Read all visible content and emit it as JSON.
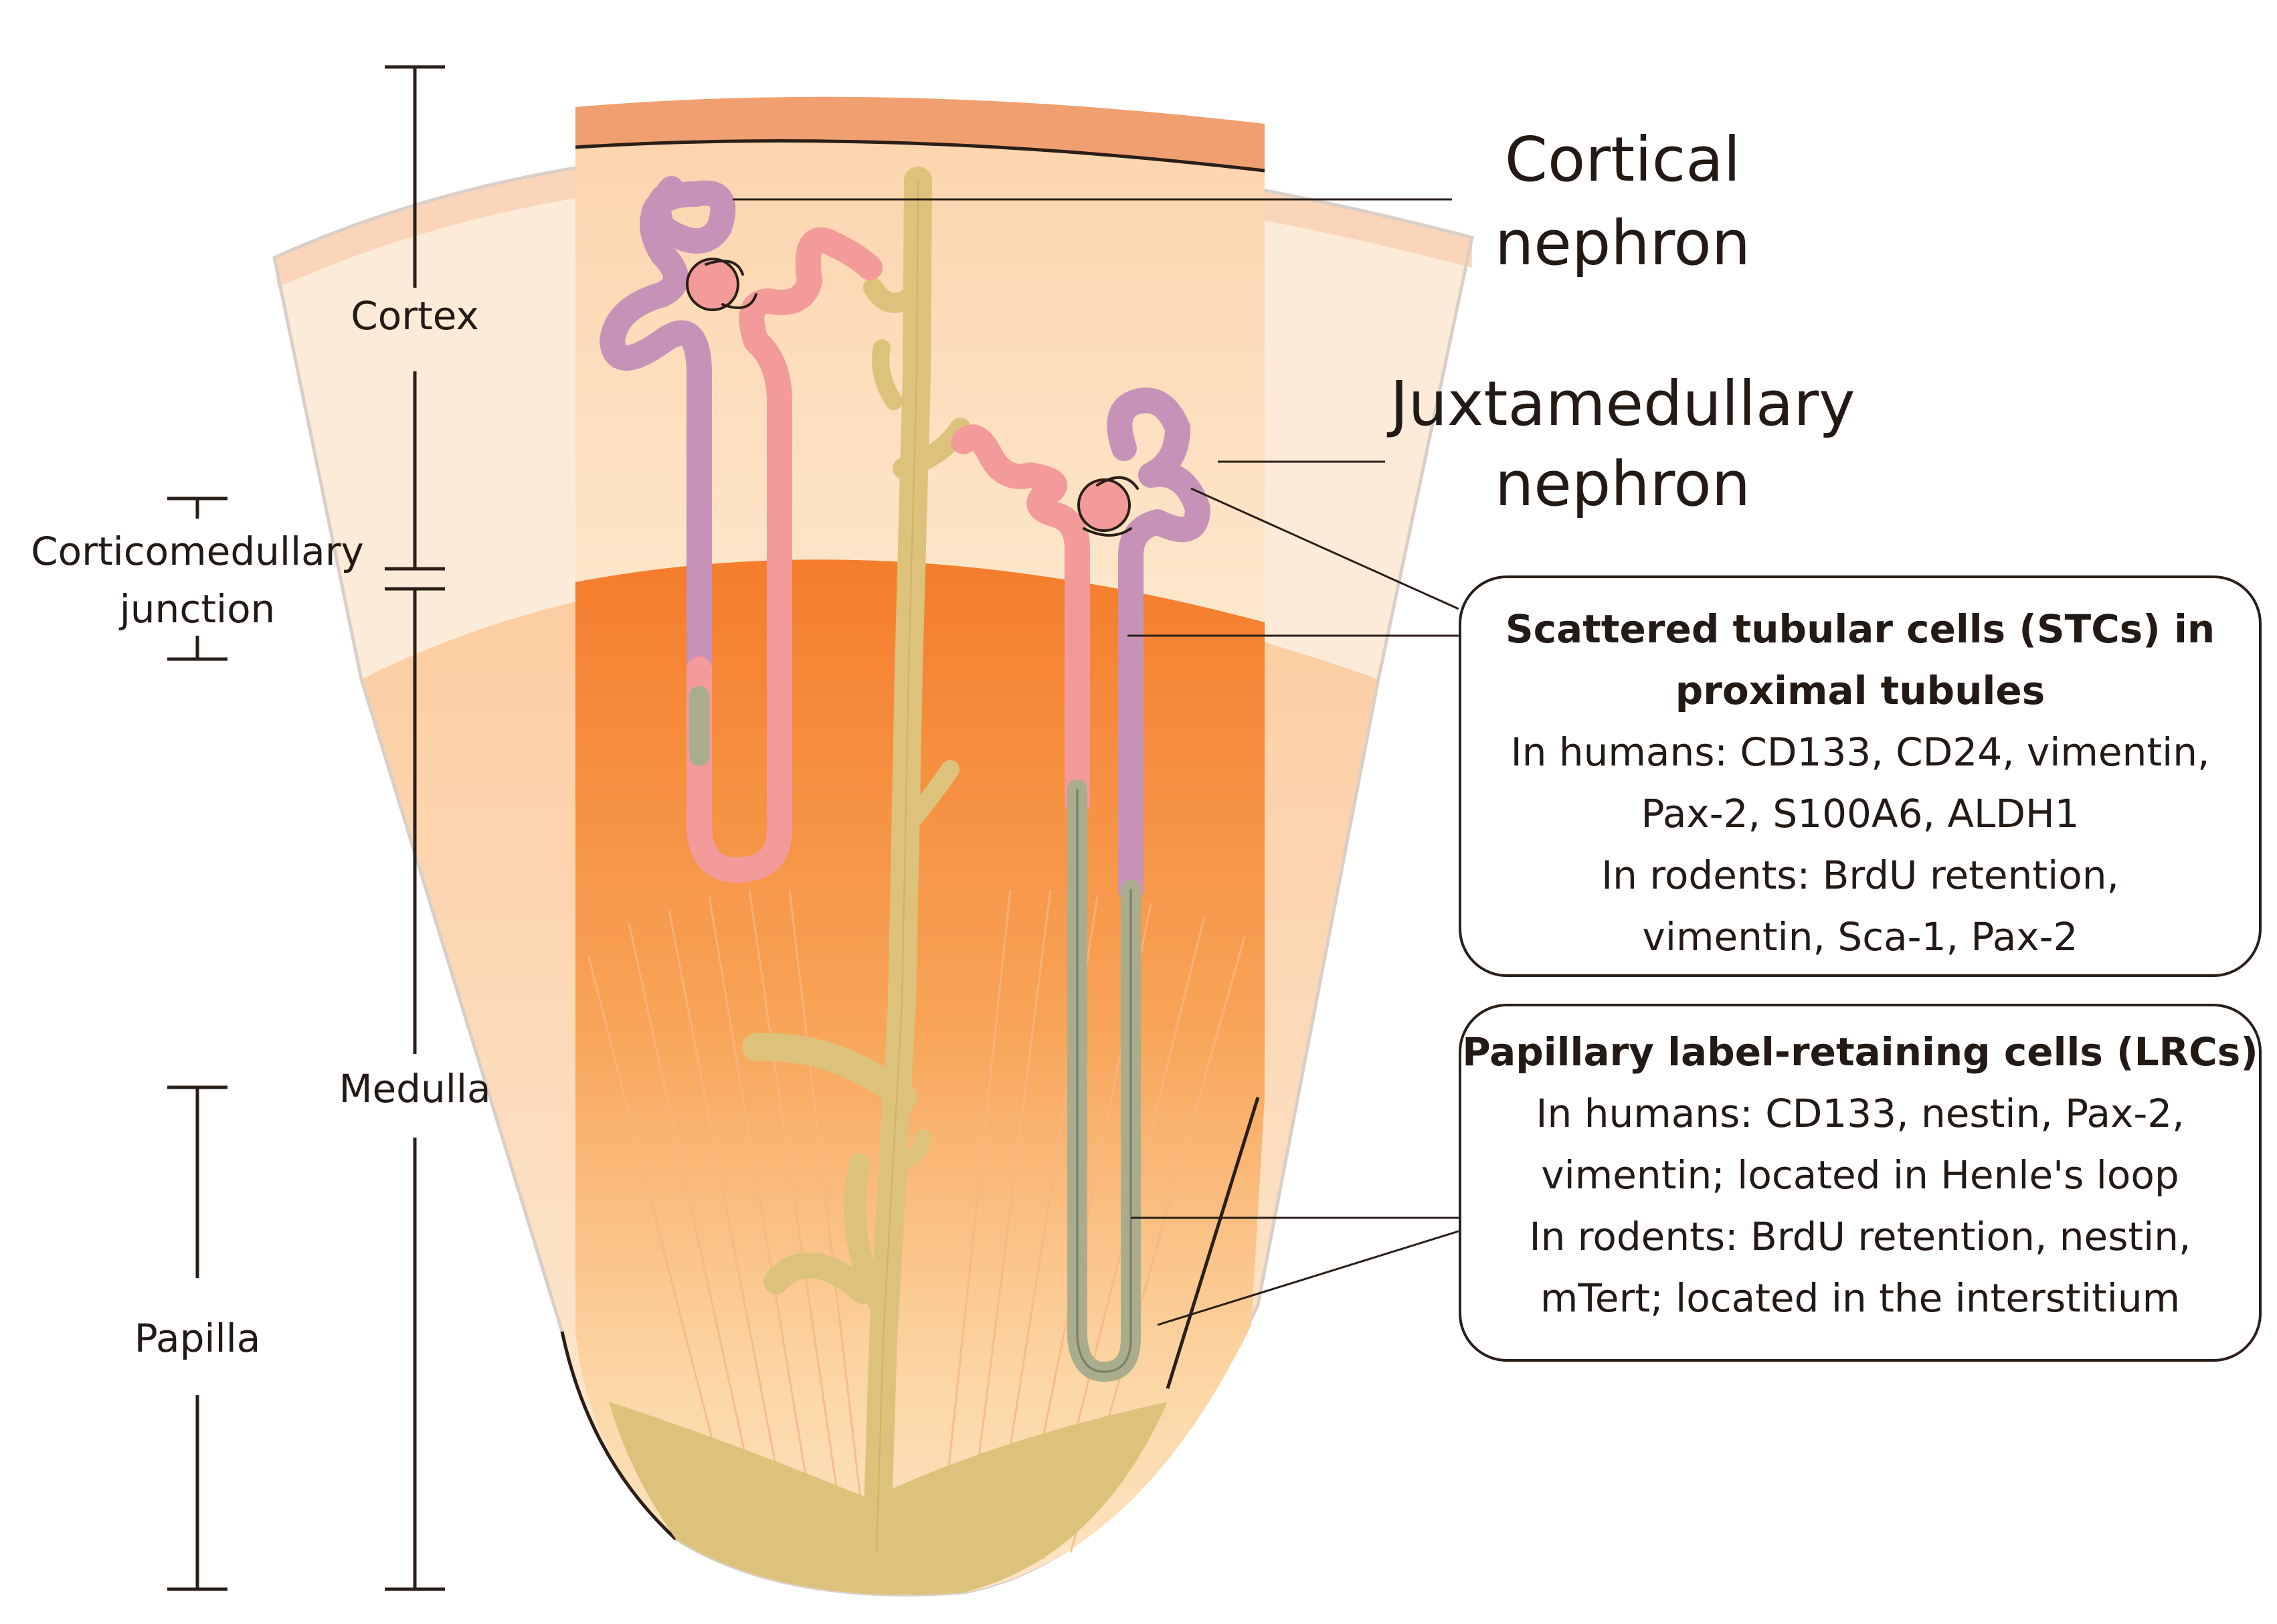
{
  "labels": {
    "cortex": "Cortex",
    "corticomedullary_line1": "Corticomedullary",
    "corticomedullary_line2": "junction",
    "medulla": "Medulla",
    "papilla": "Papilla",
    "cortical_nephron_line1": "Cortical",
    "cortical_nephron_line2": "nephron",
    "juxtamedullary_nephron_line1": "Juxtamedullary",
    "juxtamedullary_nephron_line2": "nephron"
  },
  "stc_box": {
    "title_line1": "Scattered tubular cells (STCs) in",
    "title_line2": "proximal tubules",
    "lines": [
      "In humans: CD133, CD24, vimentin,",
      "Pax-2, S100A6, ALDH1",
      "In rodents: BrdU retention,",
      "vimentin, Sca-1, Pax-2"
    ]
  },
  "lrc_box": {
    "title": "Papillary label-retaining cells (LRCs)",
    "lines": [
      "In humans: CD133, nestin, Pax-2,",
      "vimentin; located in Henle's loop",
      "In rodents: BrdU retention, nestin,",
      "mTert; located in the interstitium"
    ]
  },
  "colors": {
    "capsule": "#f0a070",
    "cortex": "#fde8d4",
    "medulla": "#f8913f",
    "collecting_duct": "#dcc27a",
    "proximal_tubule": "#f39a9a",
    "distal_tubule": "#c692b8",
    "thin_limb": "#a9ad8e",
    "outline": "#2a1f18"
  }
}
